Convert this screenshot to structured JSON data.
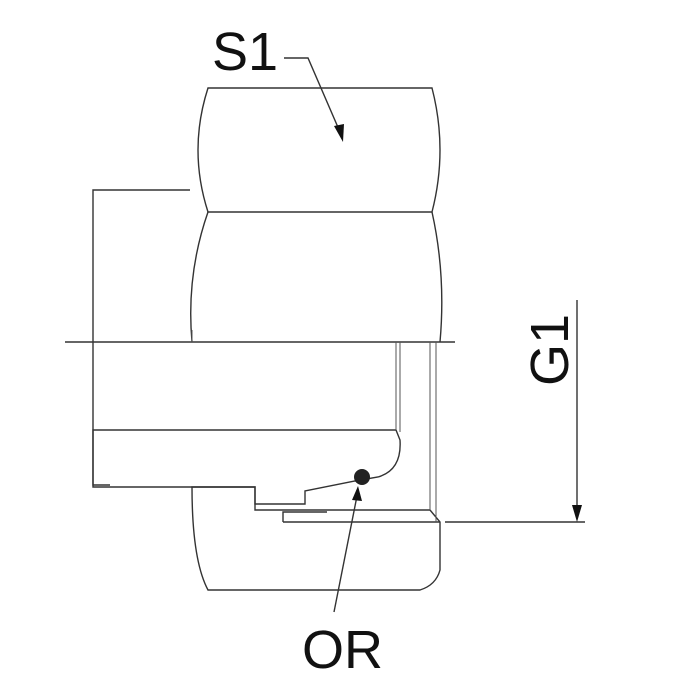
{
  "drawing": {
    "labels": {
      "hex_size": "S1",
      "thread": "G1",
      "o_ring": "OR"
    },
    "colors": {
      "line": "#333333",
      "oring": "#222222",
      "background": "#ffffff"
    }
  }
}
